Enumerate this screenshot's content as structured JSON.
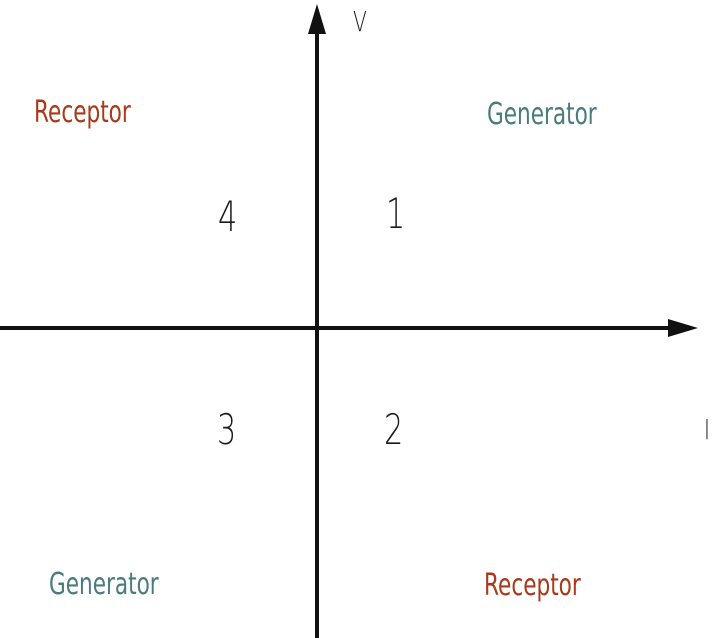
{
  "axes": {
    "y_label": "V",
    "x_label": "I"
  },
  "quadrants": [
    {
      "number": "1",
      "mode": "Generator"
    },
    {
      "number": "2",
      "mode": "Receptor"
    },
    {
      "number": "3",
      "mode": "Generator"
    },
    {
      "number": "4",
      "mode": "Receptor"
    }
  ],
  "colors": {
    "receptor": "#a8391a",
    "generator": "#4a7b7e",
    "axis": "#111111"
  }
}
